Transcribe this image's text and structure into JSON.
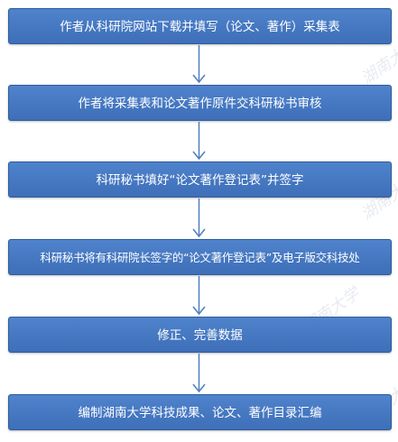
{
  "steps": [
    "作者从科研院网站下载并填写（论文、著作）采集表",
    "作者将采集表和论文著作原件交科研秘书审核",
    "科研秘书填好“论文著作登记表”并签字",
    "科研秘书将有科研院长签字的“论文著作登记表”及电子版交科技处",
    "修正、完善数据",
    "编制湖南大学科技成果、论文、著作目录汇编"
  ],
  "watermark": "湖南大学",
  "colors": {
    "box_fill": "#4a7cc4",
    "box_border": "#2f5c9e",
    "arrow": "#4f7fc0",
    "text": "#ffffff"
  }
}
